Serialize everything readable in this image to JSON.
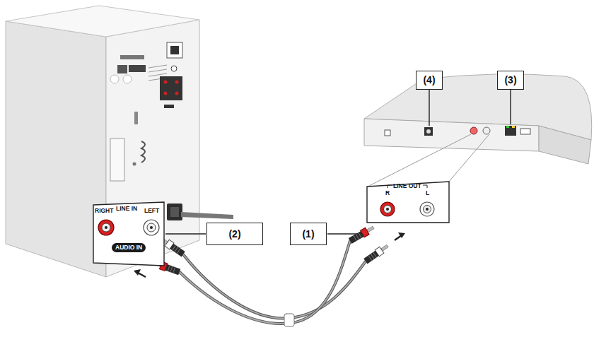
{
  "diagram": {
    "nodes": [
      {
        "text": [
          "(4)"
        ]
      },
      {
        "text": [
          "(3)"
        ]
      },
      {
        "text": [
          "RIGHT",
          "LINE IN",
          "LEFT",
          "AUDIO IN"
        ]
      },
      {
        "text": [
          "(2)"
        ]
      },
      {
        "text": [
          "(1)"
        ]
      },
      {
        "text": [
          "R",
          "LINE OUT",
          "L"
        ]
      }
    ]
  }
}
